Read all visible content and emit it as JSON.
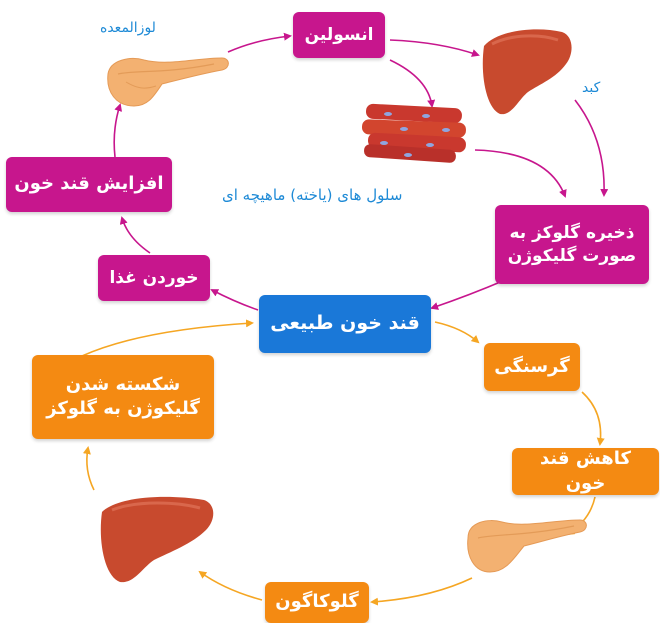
{
  "colors": {
    "pink": "#c7168d",
    "orange": "#f48a12",
    "blue": "#1a78d8",
    "label_text": "#1e8ad6"
  },
  "boxes": {
    "insulin": "انسولین",
    "store_glucose": "ذخیره گلوکز به صورت گلیکوژن",
    "normal_sugar": "قند خون طبیعی",
    "hunger": "گرسنگی",
    "decrease_sugar": "کاهش قند خون",
    "glucagon": "گلوکاگون",
    "break_glycogen": "شکسته شدن گلیکوژن به گلوکز",
    "eat_food": "خوردن غذا",
    "increase_sugar": "افزایش قند خون"
  },
  "labels": {
    "pancreas": "لوزالمعده",
    "liver": "کبد",
    "muscle_cells": "سلول های (یاخته) ماهیچه ای"
  },
  "icons": [
    "pancreas-icon",
    "liver-icon",
    "muscle-cells-icon",
    "liver-icon",
    "pancreas-icon"
  ]
}
